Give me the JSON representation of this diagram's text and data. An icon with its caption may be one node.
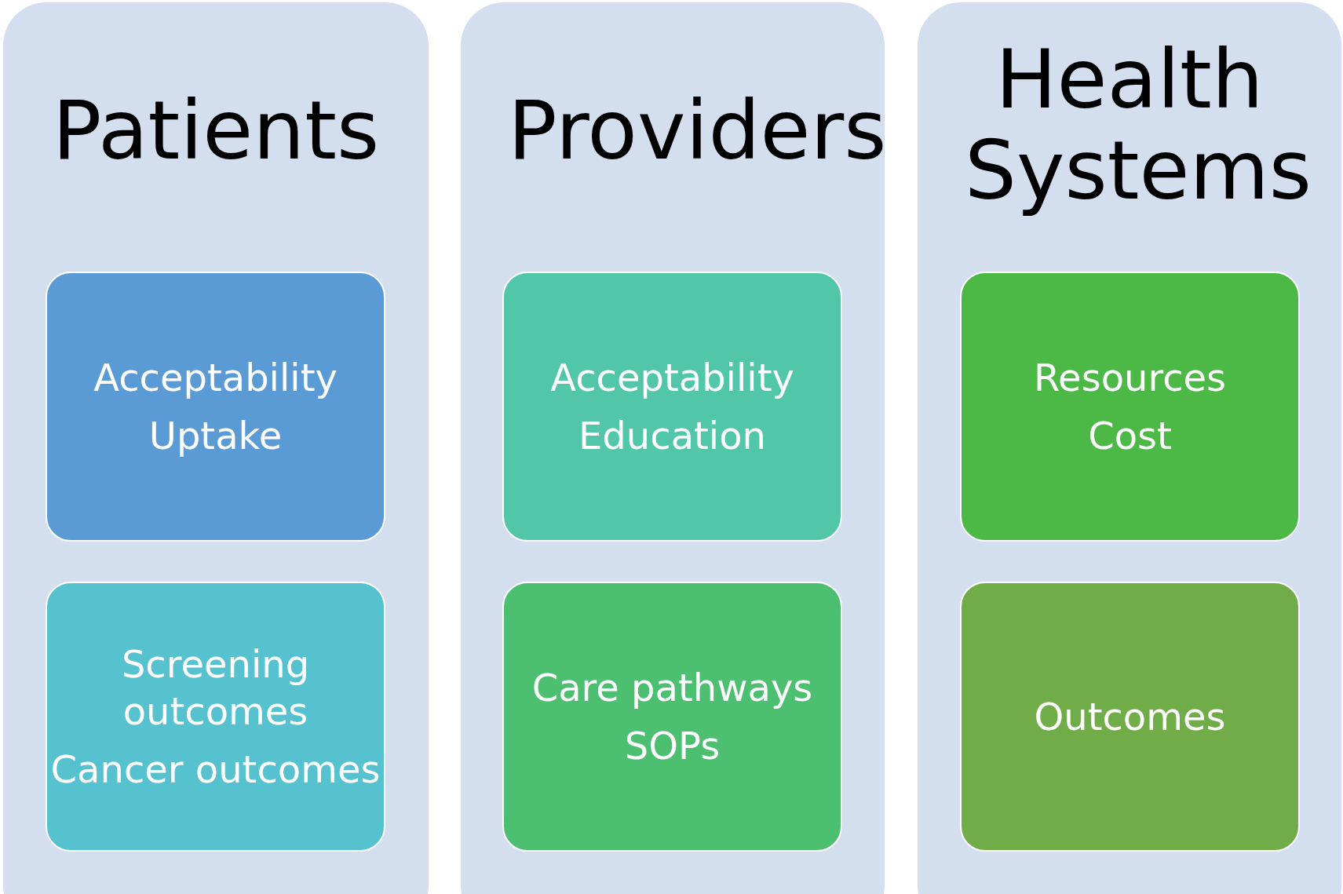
{
  "diagram": {
    "nodes": [
      {
        "text": [
          "Patients"
        ]
      },
      {
        "text": [
          "Acceptability",
          "Uptake"
        ],
        "in": 0
      },
      {
        "text": [
          "Screening outcomes",
          "Cancer outcomes"
        ],
        "in": 0
      },
      {
        "text": [
          "Providers"
        ]
      },
      {
        "text": [
          "Acceptability",
          "Education"
        ],
        "in": 3
      },
      {
        "text": [
          "Care pathways",
          "SOPs"
        ],
        "in": 3
      },
      {
        "text": [
          "Health Systems"
        ]
      },
      {
        "text": [
          "Resources",
          "Cost"
        ],
        "in": 6
      },
      {
        "text": [
          "Outcomes"
        ],
        "in": 6
      }
    ]
  }
}
